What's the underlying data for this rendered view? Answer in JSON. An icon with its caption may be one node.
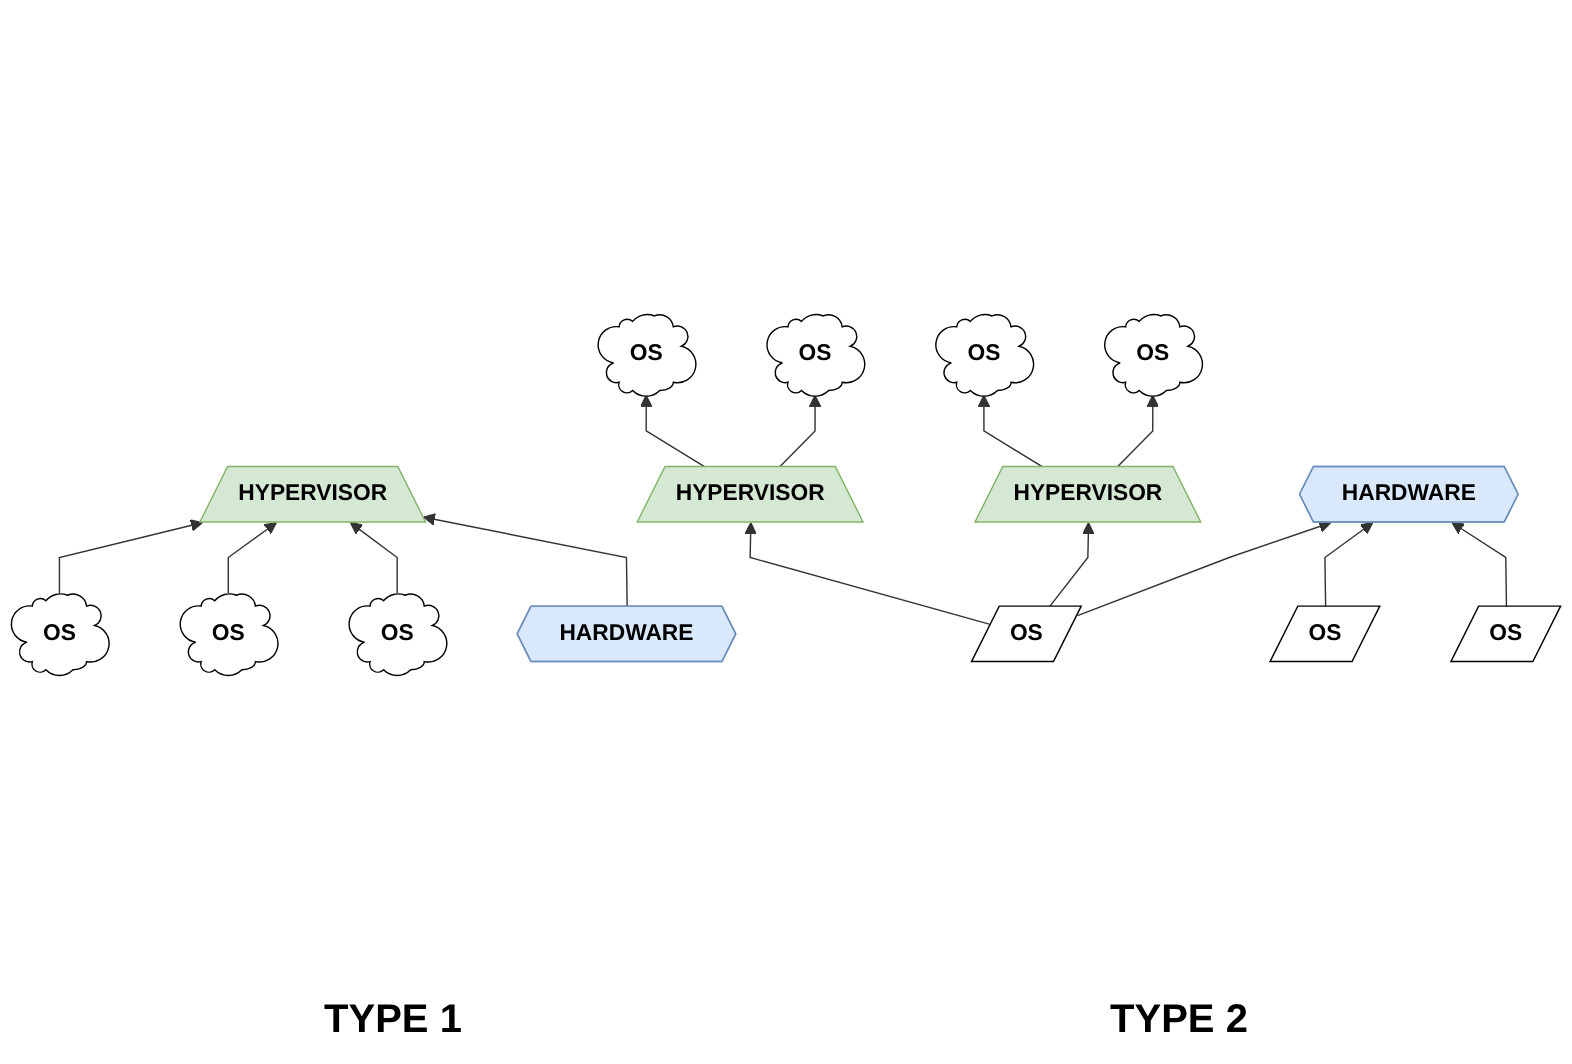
{
  "diagram": {
    "nodes": [
      {
        "text": [
          "OS"
        ]
      },
      {
        "text": [
          "OS"
        ]
      },
      {
        "text": [
          "OS"
        ]
      },
      {
        "text": [
          "HYPERVISOR"
        ]
      },
      {
        "text": [
          "HARDWARE"
        ]
      },
      {
        "text": [
          "OS"
        ]
      },
      {
        "text": [
          "OS"
        ]
      },
      {
        "text": [
          "OS"
        ]
      },
      {
        "text": [
          "OS"
        ]
      },
      {
        "text": [
          "HYPERVISOR"
        ]
      },
      {
        "text": [
          "HYPERVISOR"
        ]
      },
      {
        "text": [
          "OS"
        ]
      },
      {
        "text": [
          "OS"
        ]
      },
      {
        "text": [
          "OS"
        ]
      },
      {
        "text": [
          "HARDWARE"
        ]
      }
    ],
    "edges": [
      {
        "from": 0,
        "to": 3,
        "arrow": "to"
      },
      {
        "from": 1,
        "to": 3,
        "arrow": "to"
      },
      {
        "from": 2,
        "to": 3,
        "arrow": "to"
      },
      {
        "from": 4,
        "to": 3,
        "arrow": "to"
      },
      {
        "from": 9,
        "to": 5,
        "arrow": "to"
      },
      {
        "from": 9,
        "to": 6,
        "arrow": "to"
      },
      {
        "from": 10,
        "to": 7,
        "arrow": "to"
      },
      {
        "from": 10,
        "to": 8,
        "arrow": "to"
      },
      {
        "from": 12,
        "to": 9,
        "arrow": "to"
      },
      {
        "from": 12,
        "to": 10,
        "arrow": "to"
      },
      {
        "from": 11,
        "to": 14,
        "arrow": "to"
      },
      {
        "from": 12,
        "to": 14,
        "arrow": "to"
      },
      {
        "from": 13,
        "to": 14,
        "arrow": "to"
      }
    ],
    "labels": [
      "TYPE 1",
      "TYPE 2"
    ]
  }
}
